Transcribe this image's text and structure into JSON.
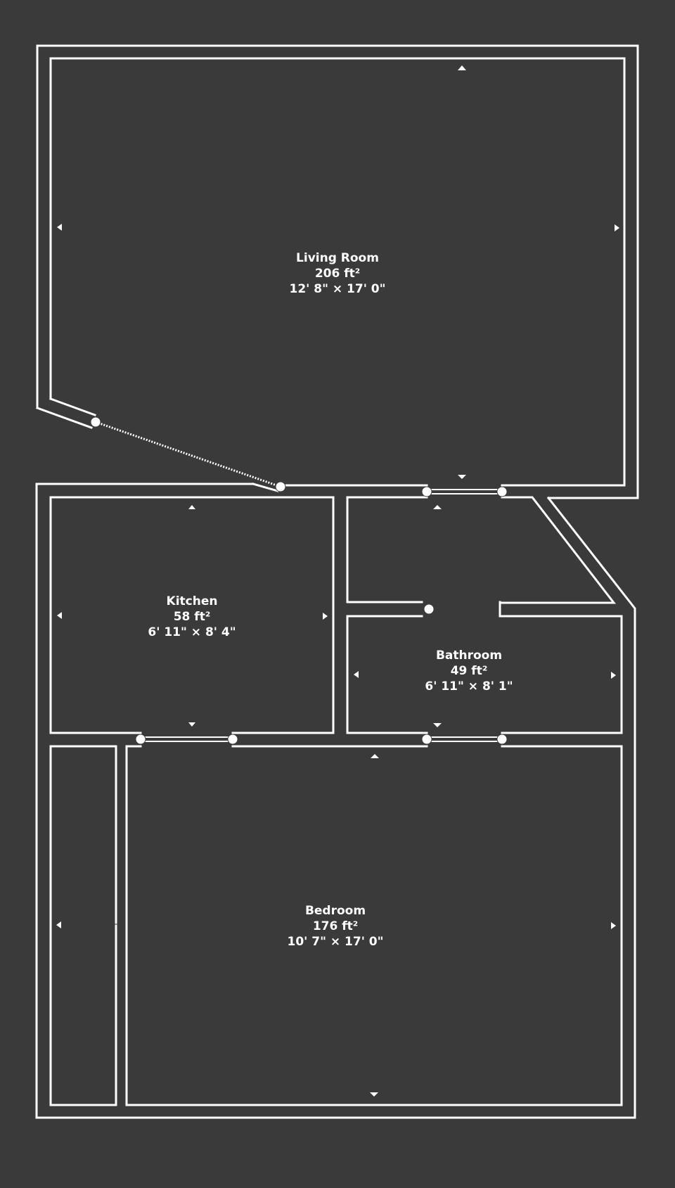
{
  "floorplan": {
    "background": "#3a3a3a",
    "wall_color": "#ffffff",
    "rooms": [
      {
        "id": "living-room",
        "name": "Living Room",
        "area": "206 ft²",
        "dimensions": "12' 8\" × 17' 0\""
      },
      {
        "id": "kitchen",
        "name": "Kitchen",
        "area": "58 ft²",
        "dimensions": "6' 11\" × 8' 4\""
      },
      {
        "id": "bathroom",
        "name": "Bathroom",
        "area": "49 ft²",
        "dimensions": "6' 11\" × 8' 1\""
      },
      {
        "id": "bedroom",
        "name": "Bedroom",
        "area": "176 ft²",
        "dimensions": "10' 7\" × 17' 0\""
      }
    ],
    "icons": {
      "marker": "triangle-arrow-icon",
      "hinge": "door-hinge-icon"
    }
  }
}
